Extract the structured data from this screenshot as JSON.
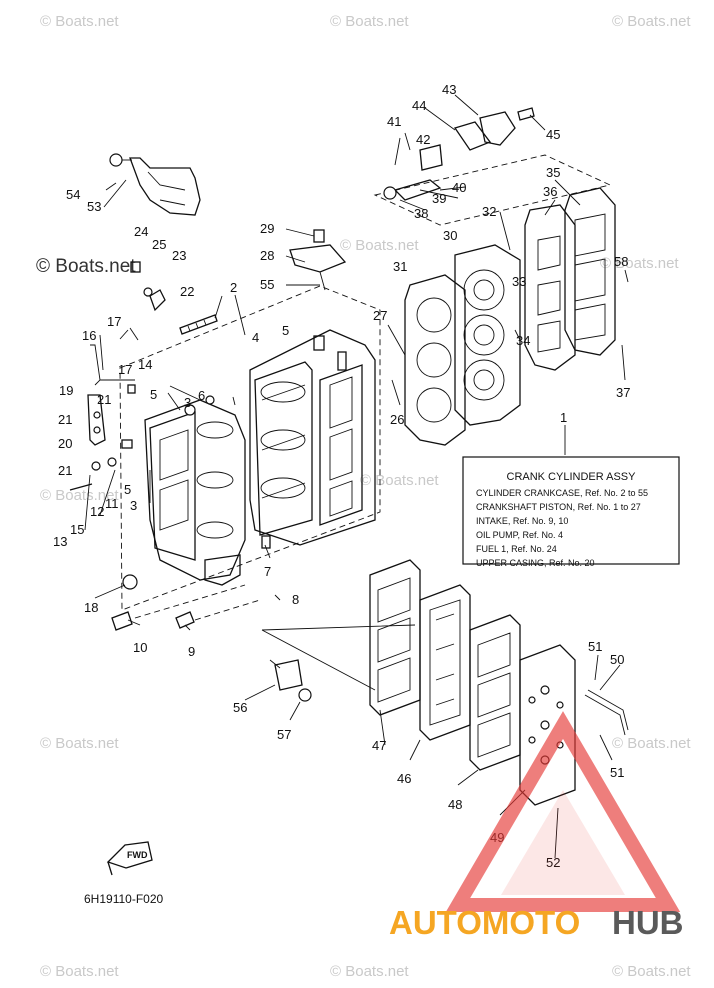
{
  "watermarks": {
    "boats": "© Boats.net",
    "boats_dark": "© Boats.net"
  },
  "brand": {
    "name_primary": "AUTOMOTO",
    "name_secondary": "HUB",
    "primary_color": "#f5a623",
    "secondary_color": "#5a5a5a",
    "triangle_color": "#e53935"
  },
  "spec_box": {
    "ref_number": "1",
    "title": "CRANK CYLINDER ASSY",
    "lines": [
      "CYLINDER CRANKCASE,  Ref. No. 2 to 55",
      "CRANKSHAFT PISTON,  Ref. No. 1 to 27",
      "INTAKE,  Ref. No. 9, 10",
      "OIL PUMP,  Ref. No. 4",
      "FUEL 1,  Ref. No. 24",
      "UPPER CASING,  Ref. No. 20"
    ]
  },
  "fwd_label": "FWD",
  "drawing_code": "6H19110-F020",
  "callouts": [
    "2",
    "3",
    "3",
    "4",
    "5",
    "5",
    "5",
    "6",
    "7",
    "8",
    "9",
    "10",
    "11",
    "12",
    "13",
    "14",
    "15",
    "16",
    "17",
    "17",
    "18",
    "19",
    "20",
    "21",
    "21",
    "21",
    "22",
    "23",
    "24",
    "25",
    "26",
    "27",
    "28",
    "29",
    "30",
    "31",
    "32",
    "33",
    "34",
    "35",
    "36",
    "37",
    "38",
    "39",
    "40",
    "41",
    "42",
    "43",
    "44",
    "45",
    "46",
    "47",
    "48",
    "49",
    "50",
    "51",
    "51",
    "52",
    "53",
    "54",
    "55",
    "56",
    "57",
    "58"
  ]
}
